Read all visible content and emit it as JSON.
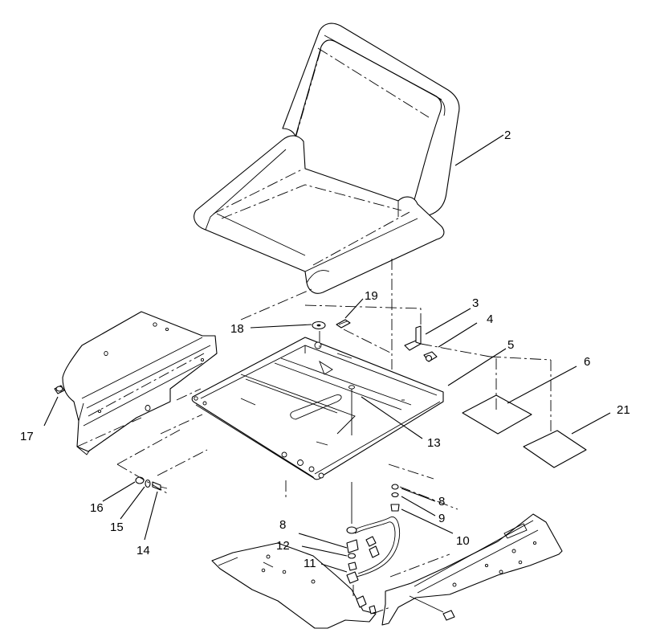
{
  "callouts": [
    {
      "id": "c2",
      "label": "2"
    },
    {
      "id": "c3",
      "label": "3"
    },
    {
      "id": "c4",
      "label": "4"
    },
    {
      "id": "c5",
      "label": "5"
    },
    {
      "id": "c6",
      "label": "6"
    },
    {
      "id": "c21",
      "label": "21"
    },
    {
      "id": "c19",
      "label": "19"
    },
    {
      "id": "c18",
      "label": "18"
    },
    {
      "id": "c17",
      "label": "17"
    },
    {
      "id": "c13",
      "label": "13"
    },
    {
      "id": "c8a",
      "label": "8"
    },
    {
      "id": "c9",
      "label": "9"
    },
    {
      "id": "c10",
      "label": "10"
    },
    {
      "id": "c16",
      "label": "16"
    },
    {
      "id": "c15",
      "label": "15"
    },
    {
      "id": "c14",
      "label": "14"
    },
    {
      "id": "c8b",
      "label": "8"
    },
    {
      "id": "c12",
      "label": "12"
    },
    {
      "id": "c11",
      "label": "11"
    }
  ]
}
